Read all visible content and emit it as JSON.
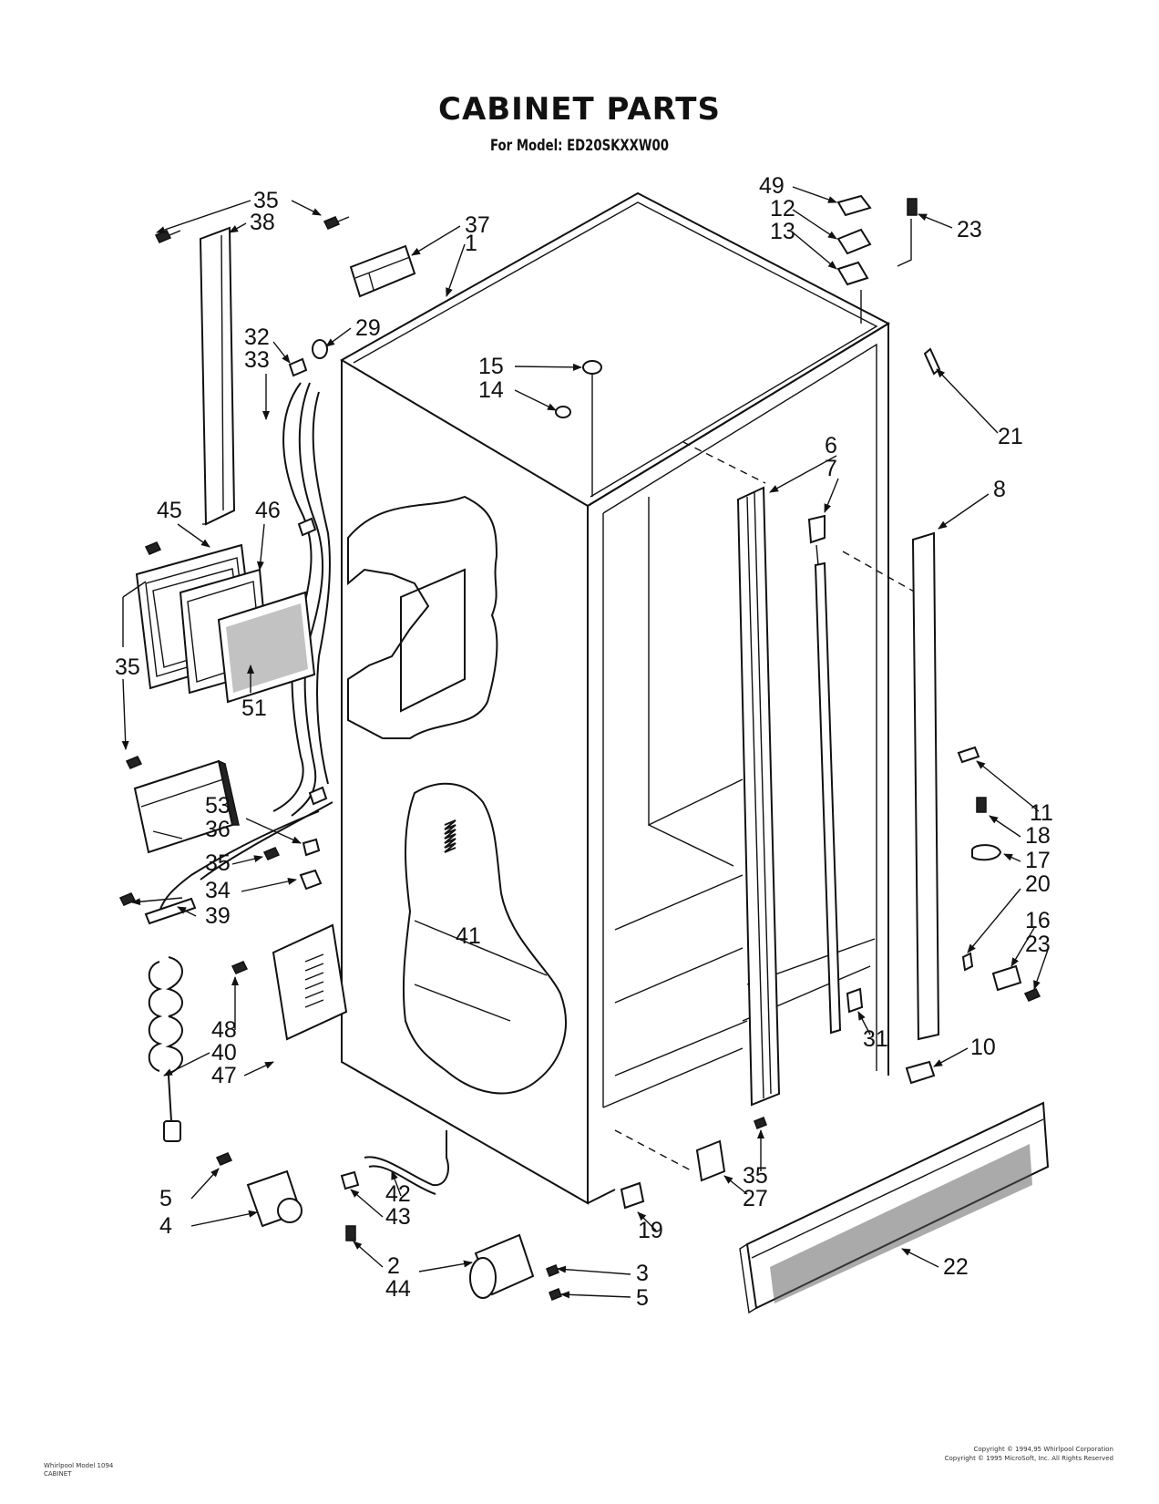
{
  "title": "CABINET PARTS",
  "subtitle": "For Model: ED20SKXXW00",
  "callouts": [
    "1",
    "2",
    "3",
    "4",
    "5",
    "6",
    "7",
    "8",
    "10",
    "11",
    "12",
    "13",
    "14",
    "15",
    "16",
    "17",
    "18",
    "19",
    "20",
    "21",
    "22",
    "23",
    "27",
    "29",
    "31",
    "32",
    "33",
    "34",
    "35",
    "36",
    "37",
    "38",
    "39",
    "40",
    "41",
    "42",
    "43",
    "44",
    "45",
    "46",
    "47",
    "48",
    "49",
    "51",
    "53"
  ],
  "footer": {
    "left_line1": "Whirlpool Model 1094",
    "left_line2": "CABINET",
    "right_line1": "Copyright © 1994,95 Whirlpool Corporation",
    "right_line2": "Copyright © 1995 MicroSoft, Inc. All Rights Reserved"
  },
  "colors": {
    "ink": "#111111",
    "paper": "#ffffff"
  }
}
